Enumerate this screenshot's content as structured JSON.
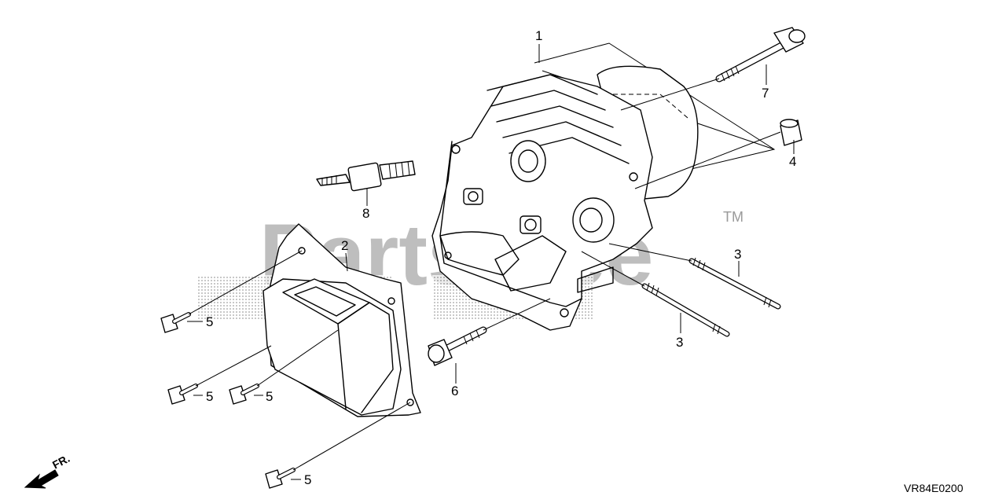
{
  "watermark": {
    "text": "PartsTree",
    "trademark": "TM"
  },
  "callouts": [
    {
      "id": "c1",
      "label": "1"
    },
    {
      "id": "c2",
      "label": "2"
    },
    {
      "id": "c3a",
      "label": "3"
    },
    {
      "id": "c3b",
      "label": "3"
    },
    {
      "id": "c4",
      "label": "4"
    },
    {
      "id": "c5a",
      "label": "5"
    },
    {
      "id": "c5b",
      "label": "5"
    },
    {
      "id": "c5c",
      "label": "5"
    },
    {
      "id": "c5d",
      "label": "5"
    },
    {
      "id": "c6",
      "label": "6"
    },
    {
      "id": "c7",
      "label": "7"
    },
    {
      "id": "c8",
      "label": "8"
    }
  ],
  "direction_label": "FR.",
  "diagram_code": "VR84E0200"
}
